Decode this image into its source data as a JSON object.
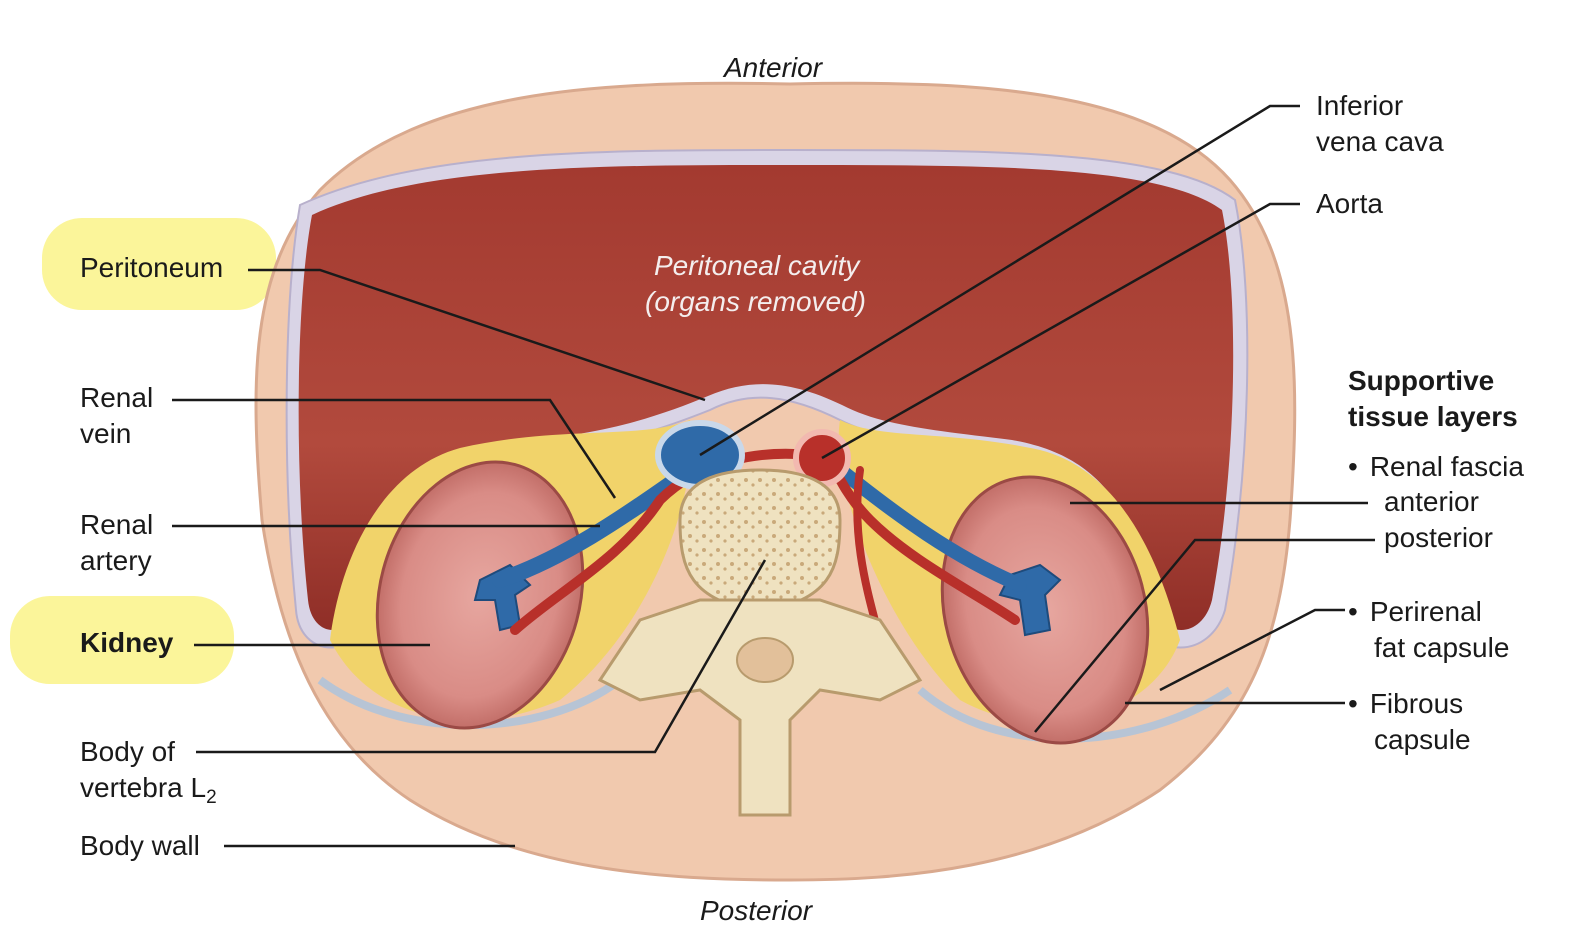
{
  "orientation": {
    "top": "Anterior",
    "bottom": "Posterior"
  },
  "cavity": {
    "line1": "Peritoneal cavity",
    "line2": "(organs removed)"
  },
  "left_labels": {
    "peritoneum": "Peritoneum",
    "renal_vein_1": "Renal",
    "renal_vein_2": "vein",
    "renal_artery_1": "Renal",
    "renal_artery_2": "artery",
    "kidney": "Kidney",
    "vertebra_1": "Body of",
    "vertebra_2": "vertebra L",
    "vertebra_sub": "2",
    "body_wall": "Body wall"
  },
  "right_labels": {
    "ivc_1": "Inferior",
    "ivc_2": "vena cava",
    "aorta": "Aorta",
    "supportive_1": "Supportive",
    "supportive_2": "tissue layers",
    "renal_fascia": "Renal fascia",
    "anterior": "anterior",
    "posterior": "posterior",
    "perirenal_1": "Perirenal",
    "perirenal_2": "fat capsule",
    "fibrous_1": "Fibrous",
    "fibrous_2": "capsule"
  },
  "colors": {
    "highlight": "#fbf59a",
    "body_wall": "#f1c9ae",
    "muscle": "#a8382f",
    "vein": "#2f6aa8",
    "artery": "#b8302a",
    "fat": "#f1d36a",
    "bone": "#f0e6c8"
  }
}
